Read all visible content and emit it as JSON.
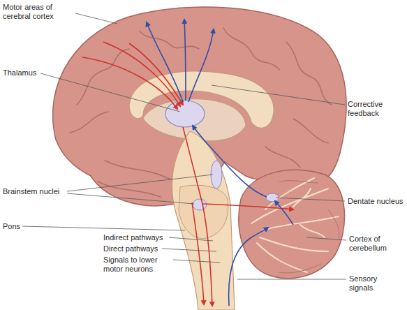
{
  "diagram": {
    "labels": [
      "Motor areas of cerebral cortex",
      "Corrective feedback",
      "Thalamus",
      "Brainstem nuclei",
      "Dentate nucleus",
      "Pons",
      "Cortex of cerebellum",
      "Indirect pathways",
      "Direct pathways",
      "Signals to lower motor neurons",
      "Sensory signals"
    ]
  }
}
